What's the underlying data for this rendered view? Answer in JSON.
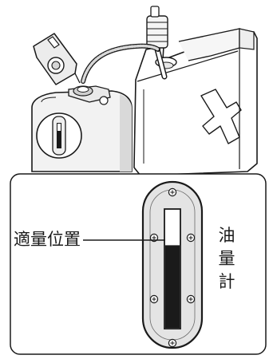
{
  "labels": {
    "fill_level": "適量位置",
    "gauge": [
      "油",
      "量",
      "計"
    ]
  },
  "gauge": {
    "fill_fraction": 0.7
  },
  "colors": {
    "line": "#1a1a1a",
    "tank_body": "#f2f2f2",
    "tank_shade": "#d9d9d9",
    "gauge_face": "#e4e4e4",
    "fuel": "#1a1a1a",
    "window": "#ffffff"
  }
}
